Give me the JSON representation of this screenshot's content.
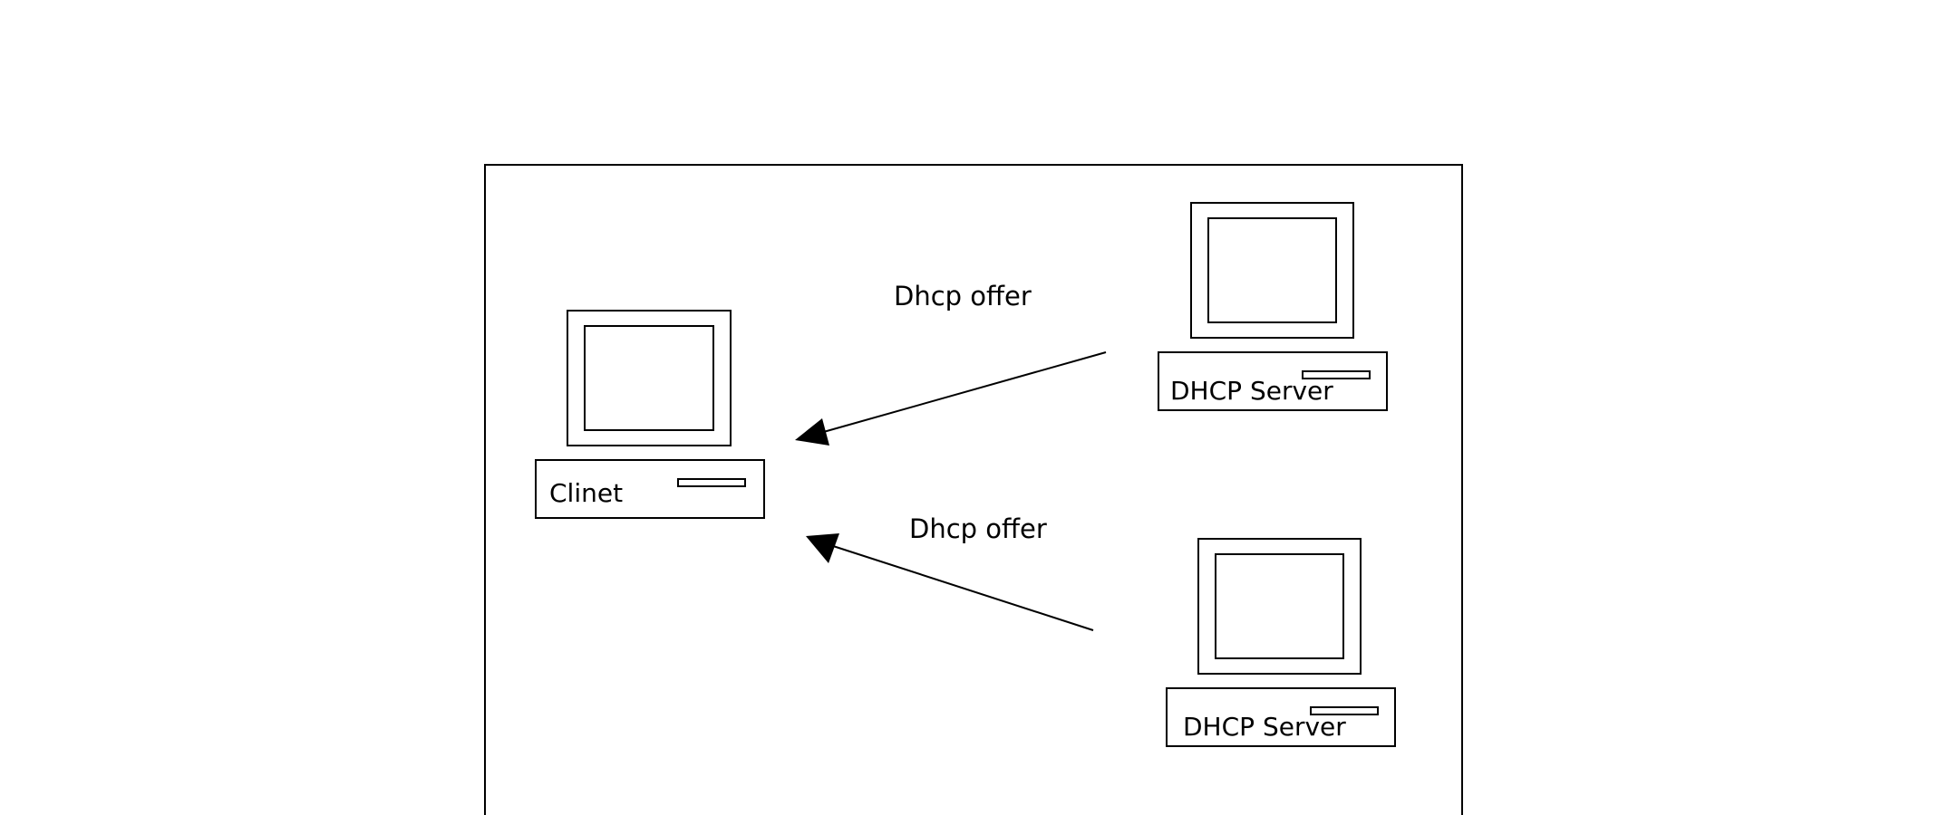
{
  "client": {
    "label": "Clinet"
  },
  "servers": [
    {
      "label": "DHCP Server"
    },
    {
      "label": "DHCP Server"
    }
  ],
  "messages": [
    {
      "label": "Dhcp offer"
    },
    {
      "label": "Dhcp offer"
    }
  ]
}
